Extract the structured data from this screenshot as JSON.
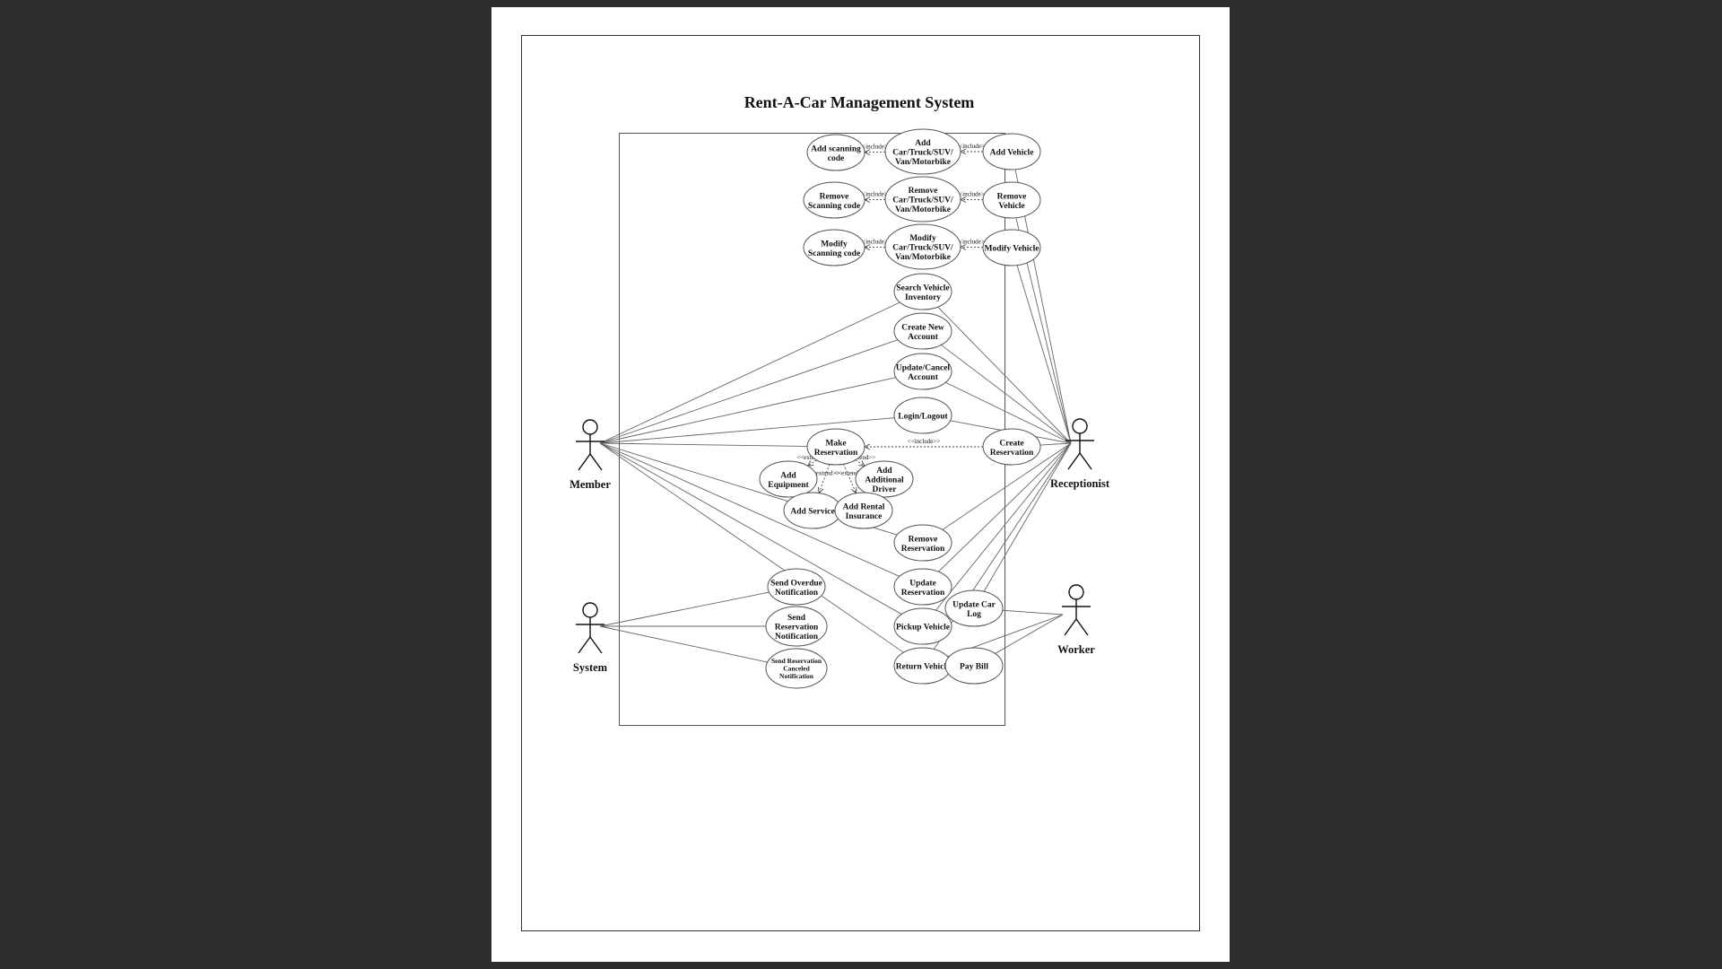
{
  "title": "Rent-A-Car Management System",
  "actors": {
    "member": "Member",
    "receptionist": "Receptionist",
    "system": "System",
    "worker": "Worker"
  },
  "use_cases": {
    "add_scanning_code": [
      "Add scanning",
      "code"
    ],
    "add_vehicle_type": [
      "Add",
      "Car/Truck/SUV/",
      "Van/Motorbike"
    ],
    "add_vehicle": [
      "Add Vehicle"
    ],
    "remove_scanning_code": [
      "Remove",
      "Scanning code"
    ],
    "remove_vehicle_type": [
      "Remove",
      "Car/Truck/SUV/",
      "Van/Motorbike"
    ],
    "remove_vehicle": [
      "Remove",
      "Vehicle"
    ],
    "modify_scanning_code": [
      "Modify",
      "Scanning code"
    ],
    "modify_vehicle_type": [
      "Modify",
      "Car/Truck/SUV/",
      "Van/Motorbike"
    ],
    "modify_vehicle": [
      "Modify Vehicle"
    ],
    "search_inventory": [
      "Search Vehicle",
      "Inventory"
    ],
    "create_account": [
      "Create New",
      "Account"
    ],
    "update_account": [
      "Update/Cancel",
      "Account"
    ],
    "login_logout": [
      "Login/Logout"
    ],
    "make_reservation": [
      "Make",
      "Reservation"
    ],
    "create_reservation": [
      "Create",
      "Reservation"
    ],
    "add_equipment": [
      "Add",
      "Equipment"
    ],
    "add_driver": [
      "Add",
      "Additional",
      "Driver"
    ],
    "add_service": [
      "Add Service"
    ],
    "add_insurance": [
      "Add Rental",
      "Insurance"
    ],
    "remove_reservation": [
      "Remove",
      "Reservation"
    ],
    "update_reservation": [
      "Update",
      "Reservation"
    ],
    "pickup_vehicle": [
      "Pickup Vehicle"
    ],
    "return_vehicle": [
      "Return Vehicle"
    ],
    "pay_bill": [
      "Pay Bill"
    ],
    "update_car_log": [
      "Update Car",
      "Log"
    ],
    "send_overdue": [
      "Send Overdue",
      "Notification"
    ],
    "send_reservation": [
      "Send",
      "Reservation",
      "Notification"
    ],
    "send_canceled": [
      "Send Reservation",
      "Canceled",
      "Notification"
    ]
  },
  "stereotypes": {
    "include": "<<include>>",
    "extend": "<<extend>>"
  }
}
